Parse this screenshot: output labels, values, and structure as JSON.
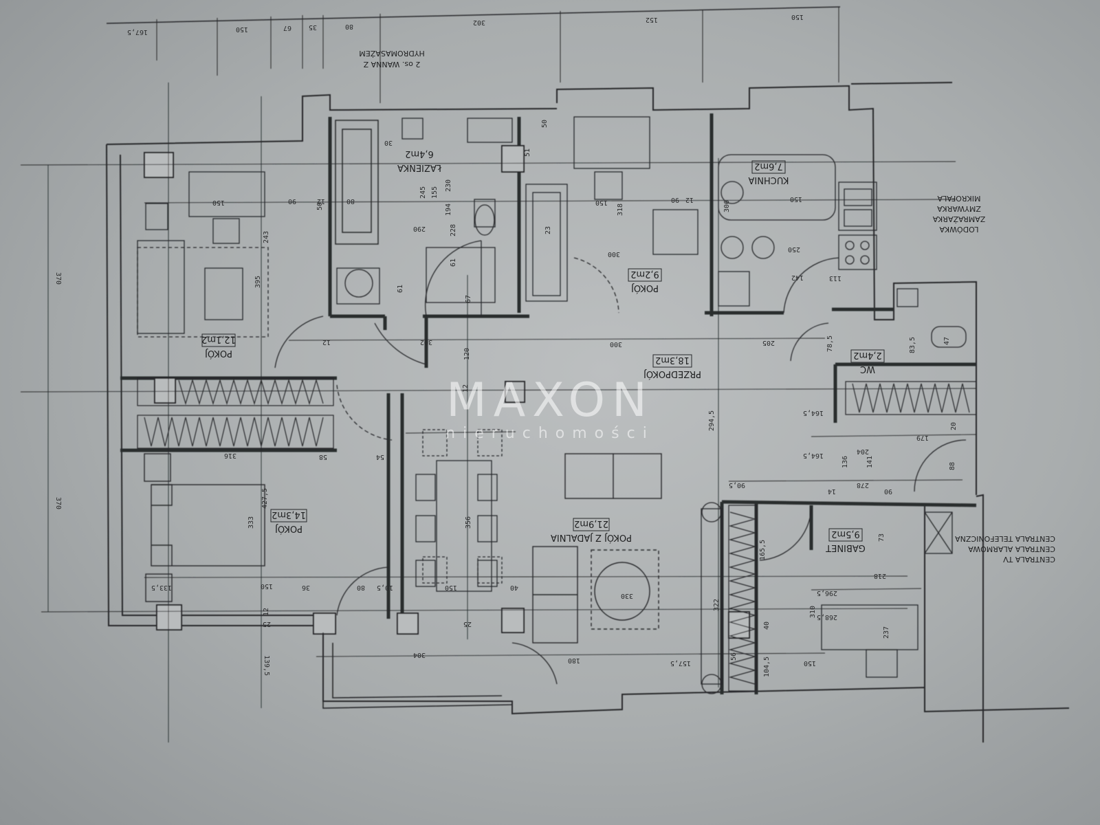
{
  "watermark": {
    "brand": "MAXON",
    "subtitle": "nieruchomości"
  },
  "rooms": [
    {
      "key": "pokoj_nw",
      "name": "POKÓJ",
      "area": "12,1m2"
    },
    {
      "key": "lazienka",
      "name": "ŁAZIENKA",
      "area": "6,4m2"
    },
    {
      "key": "pokoj_mid",
      "name": "POKÓJ",
      "area": "9,2m2"
    },
    {
      "key": "kuchnia",
      "name": "KUCHNIA",
      "area": "7,6m2"
    },
    {
      "key": "przedpokoj",
      "name": "PRZEDPOKÓJ",
      "area": "18,3m2"
    },
    {
      "key": "wc",
      "name": "WC",
      "area": "2,4m2"
    },
    {
      "key": "pokoj_sw",
      "name": "POKÓJ",
      "area": "14,3m2"
    },
    {
      "key": "salon",
      "name": "POKÓJ Z JADALNIA",
      "area": "21,9m2"
    },
    {
      "key": "gabinet",
      "name": "GABINET",
      "area": "9,5m2"
    }
  ],
  "notes": {
    "bath": [
      "2 os. WANNA Z",
      "HYDROMASAŻEM"
    ],
    "kitchen": [
      "LODÓWKA",
      "ZAMRAŻARKA",
      "ZMYWARKA",
      "MIKROFALA"
    ],
    "central": [
      "CENTRALA TV",
      "CENTRALA ALARMOWA",
      "CENTRALA TELEFONICZNA"
    ]
  },
  "dimensions": {
    "top_strip": [
      "167,5",
      "150",
      "67",
      "35",
      "80",
      "302",
      "152",
      "150"
    ],
    "left_total": [
      "370",
      "370",
      "139,5"
    ],
    "inner": [
      "150",
      "90",
      "12",
      "290",
      "194",
      "230",
      "245",
      "243",
      "395",
      "318",
      "150",
      "90",
      "12",
      "306",
      "150",
      "250",
      "300",
      "142",
      "113",
      "300",
      "205",
      "120",
      "12",
      "302",
      "316",
      "58",
      "54",
      "12",
      "78,5",
      "83,5",
      "47",
      "164,5",
      "294,5",
      "179",
      "164,5",
      "136",
      "141",
      "204",
      "278",
      "90,5",
      "88",
      "20",
      "73",
      "218",
      "296,5",
      "268,5",
      "310",
      "237",
      "150",
      "104,5",
      "157,5",
      "180",
      "304",
      "427,5",
      "333",
      "356",
      "150",
      "10,5",
      "150",
      "40",
      "36",
      "80",
      "25",
      "133,5",
      "25",
      "322",
      "165,5",
      "330",
      "40",
      "56",
      "61",
      "67",
      "61",
      "80",
      "30",
      "50",
      "155",
      "23",
      "51",
      "228",
      "50",
      "14",
      "90",
      "12",
      "12",
      "25"
    ]
  }
}
